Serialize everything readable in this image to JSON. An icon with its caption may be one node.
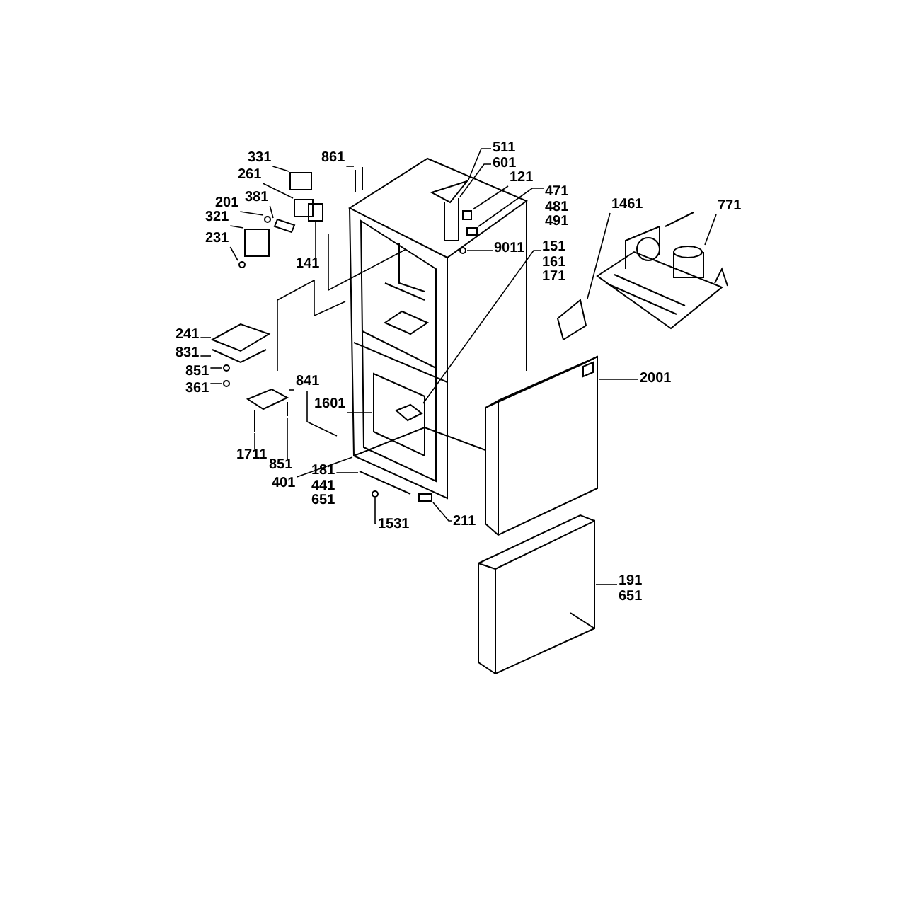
{
  "diagram": {
    "nodes": [
      {
        "text": [
          "331"
        ]
      },
      {
        "text": [
          "861"
        ]
      },
      {
        "text": [
          "511"
        ]
      },
      {
        "text": [
          "601"
        ]
      },
      {
        "text": [
          "261"
        ]
      },
      {
        "text": [
          "121"
        ]
      },
      {
        "text": [
          "381"
        ]
      },
      {
        "text": [
          "471",
          "481",
          "491"
        ]
      },
      {
        "text": [
          "201"
        ]
      },
      {
        "text": [
          "1461"
        ]
      },
      {
        "text": [
          "771"
        ]
      },
      {
        "text": [
          "321"
        ]
      },
      {
        "text": [
          "9011"
        ]
      },
      {
        "text": [
          "151",
          "161",
          "171"
        ]
      },
      {
        "text": [
          "231"
        ]
      },
      {
        "text": [
          "141"
        ]
      },
      {
        "text": [
          "241"
        ]
      },
      {
        "text": [
          "831"
        ]
      },
      {
        "text": [
          "851"
        ]
      },
      {
        "text": [
          "361"
        ]
      },
      {
        "text": [
          "841"
        ]
      },
      {
        "text": [
          "2001"
        ]
      },
      {
        "text": [
          "1601"
        ]
      },
      {
        "text": [
          "1711"
        ]
      },
      {
        "text": [
          "851"
        ]
      },
      {
        "text": [
          "401"
        ]
      },
      {
        "text": [
          "181",
          "441",
          "651"
        ]
      },
      {
        "text": [
          "1531"
        ]
      },
      {
        "text": [
          "211"
        ]
      },
      {
        "text": [
          "191",
          "651"
        ]
      },
      {
        "text": [],
        "shape": "box"
      },
      {
        "text": [],
        "shape": "picture"
      },
      {
        "text": [],
        "shape": "picture"
      },
      {
        "text": [],
        "shape": "picture"
      },
      {
        "text": [],
        "shape": "box"
      },
      {
        "text": [],
        "shape": "box"
      },
      {
        "text": [],
        "shape": "picture"
      },
      {
        "text": [],
        "shape": "box"
      },
      {
        "text": [],
        "shape": "circle"
      },
      {
        "text": [],
        "shape": "picture"
      },
      {
        "text": [],
        "shape": "picture"
      },
      {
        "text": [],
        "shape": "box"
      },
      {
        "text": [],
        "shape": "circle"
      },
      {
        "text": [],
        "shape": "picture",
        "in": 52
      },
      {
        "text": [],
        "shape": "circle"
      },
      {
        "text": [],
        "shape": "box"
      },
      {
        "text": [],
        "shape": "picture"
      },
      {
        "text": [],
        "shape": "picture"
      },
      {
        "text": [],
        "shape": "circle"
      },
      {
        "text": [],
        "shape": "circle"
      },
      {
        "text": [],
        "shape": "picture"
      },
      {
        "text": [],
        "shape": "picture"
      },
      {
        "text": [],
        "shape": "picture"
      },
      {
        "text": [],
        "shape": "picture"
      },
      {
        "text": [],
        "shape": "picture"
      },
      {
        "text": [],
        "shape": "picture"
      },
      {
        "text": [],
        "shape": "picture"
      },
      {
        "text": [],
        "shape": "circle"
      },
      {
        "text": [],
        "shape": "box"
      },
      {
        "text": [],
        "shape": "picture"
      }
    ],
    "edges": [
      {
        "from": 0,
        "to": 30,
        "arrow": "none"
      },
      {
        "from": 1,
        "to": 31,
        "arrow": "none"
      },
      {
        "from": 2,
        "to": 32,
        "arrow": "none"
      },
      {
        "from": 3,
        "to": 33,
        "arrow": "none"
      },
      {
        "from": 4,
        "to": 34,
        "arrow": "none"
      },
      {
        "from": 5,
        "to": 35,
        "arrow": "none"
      },
      {
        "from": 6,
        "to": 36,
        "arrow": "none"
      },
      {
        "from": 7,
        "to": 37,
        "arrow": "none"
      },
      {
        "from": 8,
        "to": 38,
        "arrow": "none"
      },
      {
        "from": 9,
        "to": 39,
        "arrow": "none"
      },
      {
        "from": 10,
        "to": 40,
        "arrow": "none"
      },
      {
        "from": 11,
        "to": 41,
        "arrow": "none"
      },
      {
        "from": 12,
        "to": 42,
        "arrow": "none"
      },
      {
        "from": 13,
        "to": 43,
        "arrow": "none"
      },
      {
        "from": 14,
        "to": 44,
        "arrow": "none"
      },
      {
        "from": 15,
        "to": 45,
        "arrow": "none"
      },
      {
        "from": 16,
        "to": 46,
        "arrow": "none"
      },
      {
        "from": 17,
        "to": 47,
        "arrow": "none"
      },
      {
        "from": 18,
        "to": 48,
        "arrow": "none"
      },
      {
        "from": 19,
        "to": 49,
        "arrow": "none"
      },
      {
        "from": 20,
        "to": 50,
        "arrow": "none"
      },
      {
        "from": 21,
        "to": 51,
        "arrow": "none"
      },
      {
        "from": 22,
        "to": 52,
        "arrow": "none"
      },
      {
        "from": 23,
        "to": 53,
        "arrow": "none"
      },
      {
        "from": 24,
        "to": 54,
        "arrow": "none"
      },
      {
        "from": 25,
        "to": 55,
        "arrow": "none"
      },
      {
        "from": 26,
        "to": 56,
        "arrow": "none"
      },
      {
        "from": 27,
        "to": 57,
        "arrow": "none"
      },
      {
        "from": 28,
        "to": 58,
        "arrow": "none"
      },
      {
        "from": 29,
        "to": 59,
        "arrow": "none"
      }
    ]
  }
}
